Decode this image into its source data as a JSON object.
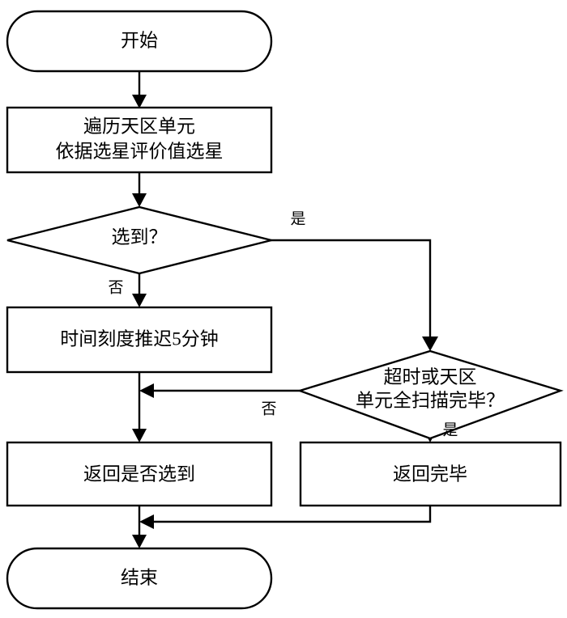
{
  "diagram": {
    "title": "",
    "type": "flowchart",
    "orientation": "top-to-bottom",
    "language": "zh-CN",
    "colors": {
      "background": "#ffffff",
      "stroke": "#000000",
      "fill": "#ffffff",
      "text": "#000000"
    },
    "nodes": [
      {
        "id": "start",
        "shape": "stadium",
        "label": "开始"
      },
      {
        "id": "traverse",
        "shape": "rectangle",
        "label_line1": "遍历天区单元",
        "label_line2": "依据选星评价值选星"
      },
      {
        "id": "selected_q",
        "shape": "diamond",
        "label": "选到？"
      },
      {
        "id": "delay",
        "shape": "rectangle",
        "label": "时间刻度推迟5分钟"
      },
      {
        "id": "timeout_q",
        "shape": "diamond",
        "label_line1": "超时或天区",
        "label_line2": "单元全扫描完毕？"
      },
      {
        "id": "return_selected",
        "shape": "rectangle",
        "label": "返回是否选到"
      },
      {
        "id": "return_done",
        "shape": "rectangle",
        "label": "返回完毕"
      },
      {
        "id": "end",
        "shape": "stadium",
        "label": "结束"
      }
    ],
    "edges": [
      {
        "id": "e-start-traverse",
        "from": "start",
        "to": "traverse",
        "label": ""
      },
      {
        "id": "e-traverse-selected",
        "from": "traverse",
        "to": "selected_q",
        "label": ""
      },
      {
        "id": "e-selected-yes",
        "from": "selected_q",
        "to": "timeout_q",
        "label": "是"
      },
      {
        "id": "e-selected-no",
        "from": "selected_q",
        "to": "delay",
        "label": "否"
      },
      {
        "id": "e-timeout-no",
        "from": "timeout_q",
        "to": "delay-out",
        "label": "否"
      },
      {
        "id": "e-timeout-yes",
        "from": "timeout_q",
        "to": "return_done",
        "label": "是"
      },
      {
        "id": "e-delay-return",
        "from": "delay",
        "to": "return_selected",
        "label": ""
      },
      {
        "id": "e-return-end",
        "from": "return_selected",
        "to": "end",
        "label": ""
      },
      {
        "id": "e-done-end",
        "from": "return_done",
        "to": "end",
        "label": ""
      }
    ]
  }
}
